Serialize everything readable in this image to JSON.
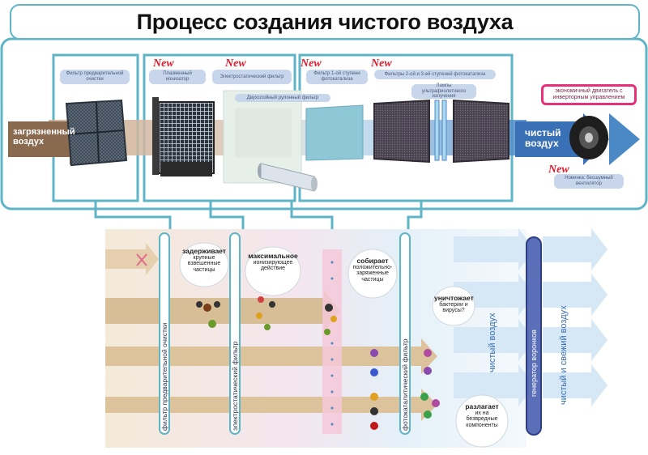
{
  "title": "Процесс создания чистого воздуха",
  "top_row": {
    "input_arrow": "загрязненный воздух",
    "output_arrow": "чистый воздух",
    "labels": {
      "prefilter": "Фильтр предварительной очистки",
      "plasma_ionizer": "Плазменный ионизатор",
      "electrostatic": "Электростатический фильтр",
      "double_filter": "Двухслойный рулонный фильтр",
      "photocat1": "Фильтр 1-ой ступени фотокатализа",
      "photocat23": "Фильтры 2-ой и 3-ей ступеней фотокатализа",
      "uv_lamps": "Лампы ультрафиолетового излучения",
      "motor": "экономичный двигатель с инверторным управлением",
      "fan": "Новинка: бесшумный вентилятор"
    },
    "new_badge": "New"
  },
  "bottom_row": {
    "stage_labels": {
      "prefilter": "фильтр предварительной очистки",
      "electrostatic": "электростатический фильтр",
      "photocat": "фотокаталитический фильтр",
      "clean": "чистый воздух",
      "generator": "генератор воронков",
      "clean_fresh": "чистый и свежий воздух"
    },
    "bubbles": {
      "b1_head": "задерживает",
      "b1_body": "крупные взвешенные частицы",
      "b2_head": "максимальное",
      "b2_body": "ионизирующее действие",
      "b3_head": "собирает",
      "b3_body": "положительно-заряженные частицы",
      "b4_head": "уничтожает",
      "b4_body": "бактерии и вирусы?",
      "b5_head": "разлагает",
      "b5_body": "их на безвредные компоненты"
    }
  },
  "colors": {
    "frame": "#5fb4c8",
    "band": "#7aa9c8",
    "arrow_brown": "#8a6a4e",
    "arrow_blue": "#4a88c6",
    "label_bg": "#c8d6ec",
    "new_red": "#e01a2a",
    "motor_pink": "#e8307a"
  }
}
